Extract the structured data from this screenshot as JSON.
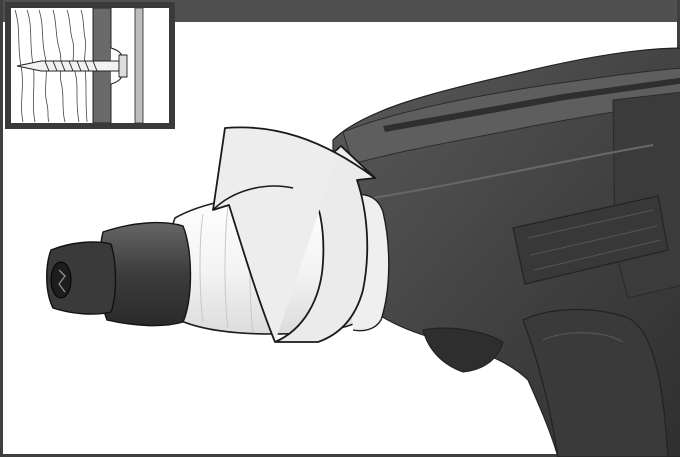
{
  "figure": {
    "type": "instruction-illustration",
    "subject": "drywall-screwdriver-depth-collar",
    "action": "rotate-collar",
    "arrow_direction": "upward-curved",
    "inset": {
      "subject": "screw-in-drywall-detail"
    }
  },
  "colors": {
    "frame": "#3f3f3f",
    "top_bar": "#505050",
    "tool_body": "#4a4a4a",
    "collar": "#f6f6f6",
    "arrow": "#ebebeb"
  }
}
